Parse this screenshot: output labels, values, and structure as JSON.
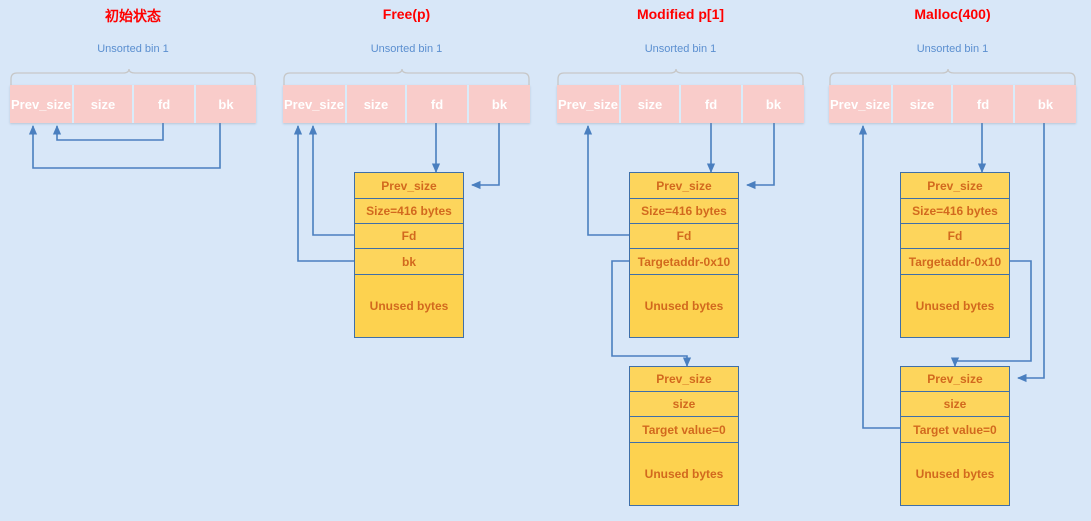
{
  "page": {
    "background_color": "#d8e7f8",
    "title_color": "#ff0000",
    "bin_label_color": "#5b8fd0",
    "bin_cell_color": "#f9ccca",
    "bin_text_color": "#ffffff",
    "chunk_fill_color": "#fcd24f",
    "chunk_border_color": "#3f6fa8",
    "chunk_text_color": "#d2691e",
    "arrow_color": "#4a7fbf"
  },
  "columns": [
    {
      "title": "初始状态",
      "bin_label": "Unsorted bin 1",
      "bin_cells": [
        "Prev_size",
        "size",
        "fd",
        "bk"
      ],
      "chunks": []
    },
    {
      "title": "Free(p)",
      "bin_label": "Unsorted bin 1",
      "bin_cells": [
        "Prev_size",
        "size",
        "fd",
        "bk"
      ],
      "chunks": [
        {
          "name": "freed-chunk",
          "rows": [
            "Prev_size",
            "Size=416 bytes",
            "Fd",
            "bk",
            "Unused bytes"
          ]
        }
      ]
    },
    {
      "title": "Modified p[1]",
      "bin_label": "Unsorted bin 1",
      "bin_cells": [
        "Prev_size",
        "size",
        "fd",
        "bk"
      ],
      "chunks": [
        {
          "name": "modified-chunk",
          "rows": [
            "Prev_size",
            "Size=416 bytes",
            "Fd",
            "Targetaddr-0x10",
            "Unused bytes"
          ]
        },
        {
          "name": "target-chunk",
          "rows": [
            "Prev_size",
            "size",
            "Target value=0",
            "Unused bytes"
          ]
        }
      ]
    },
    {
      "title": "Malloc(400)",
      "bin_label": "Unsorted bin 1",
      "bin_cells": [
        "Prev_size",
        "size",
        "fd",
        "bk"
      ],
      "chunks": [
        {
          "name": "malloc-chunk",
          "rows": [
            "Prev_size",
            "Size=416 bytes",
            "Fd",
            "Targetaddr-0x10",
            "Unused bytes"
          ]
        },
        {
          "name": "target-chunk",
          "rows": [
            "Prev_size",
            "size",
            "Target value=0",
            "Unused bytes"
          ]
        }
      ]
    }
  ]
}
